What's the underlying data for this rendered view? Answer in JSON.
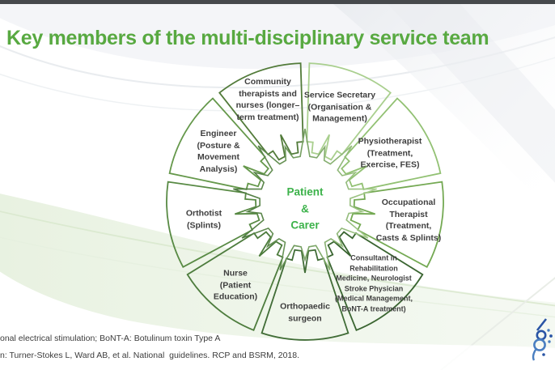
{
  "slide": {
    "title": "Key members of the multi-disciplinary service team",
    "title_color": "#58a941"
  },
  "wheel": {
    "hub": {
      "lines": [
        "Patient",
        "&",
        "Carer"
      ],
      "text_color": "#3cb24a"
    },
    "segments": [
      {
        "id": "service-secretary",
        "stroke": "#a9cf8e",
        "lines": [
          "Service Secretary",
          "(Organisation &",
          "Management)"
        ]
      },
      {
        "id": "physiotherapist",
        "stroke": "#92c173",
        "lines": [
          "Physiotherapist",
          "(Treatment,",
          "Exercise, FES)"
        ]
      },
      {
        "id": "occupational-therapist",
        "stroke": "#74a953",
        "lines": [
          "Occupational",
          "Therapist",
          "(Treatment,",
          "Casts & Splints)"
        ]
      },
      {
        "id": "consultant-rehabilitation",
        "stroke": "#3a6531",
        "small": true,
        "lines": [
          "Consultant in",
          "Rehabilitation",
          "Medicine, Neurologist",
          "Stroke Physician",
          "(Medical Management,",
          "BoNT-A treatment)"
        ]
      },
      {
        "id": "orthopaedic-surgeon",
        "stroke": "#406c36",
        "lines": [
          "Orthopaedic",
          "surgeon"
        ]
      },
      {
        "id": "nurse",
        "stroke": "#4d7c3d",
        "lines": [
          "Nurse",
          "(Patient",
          "Education)"
        ]
      },
      {
        "id": "orthotist",
        "stroke": "#588a44",
        "lines": [
          "Orthotist",
          "(Splints)"
        ]
      },
      {
        "id": "engineer",
        "stroke": "#65984b",
        "lines": [
          "Engineer",
          "(Posture &",
          "Movement",
          "Analysis)"
        ]
      },
      {
        "id": "community-therapists",
        "stroke": "#527b3a",
        "lines": [
          "Community",
          "therapists and",
          "nurses (longer–",
          "term treatment)"
        ]
      }
    ]
  },
  "footnotes": {
    "line1": "onal electrical stimulation; BoNT-A: Botulinum toxin Type A",
    "line2": "n: Turner-Stokes L, Ward AB, et al. National  guidelines. RCP and BSRM, 2018."
  },
  "logo": {
    "primary_color": "#2a55a5",
    "secondary_color": "#4a7fc1"
  }
}
